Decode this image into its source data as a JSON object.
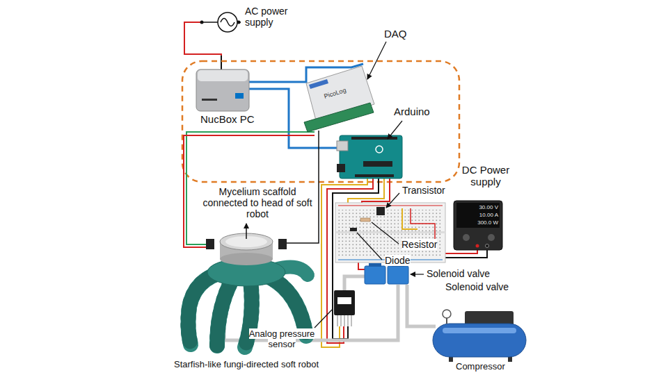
{
  "diagram": {
    "labels": [
      "AC power supply",
      "NucBox PC",
      "DAQ",
      "PicoLog",
      "Arduino",
      "DC Power supply",
      "30.00 V",
      "10.00 A",
      "300.0 W",
      "Transistor",
      "Mycelium scaffold connected to head of soft robot",
      "Resistor",
      "Diode",
      "Solenoid valve",
      "Solenoid valve",
      "Analog pressure sensor",
      "Starfish-like fungi-directed soft robot",
      "Compressor"
    ]
  }
}
